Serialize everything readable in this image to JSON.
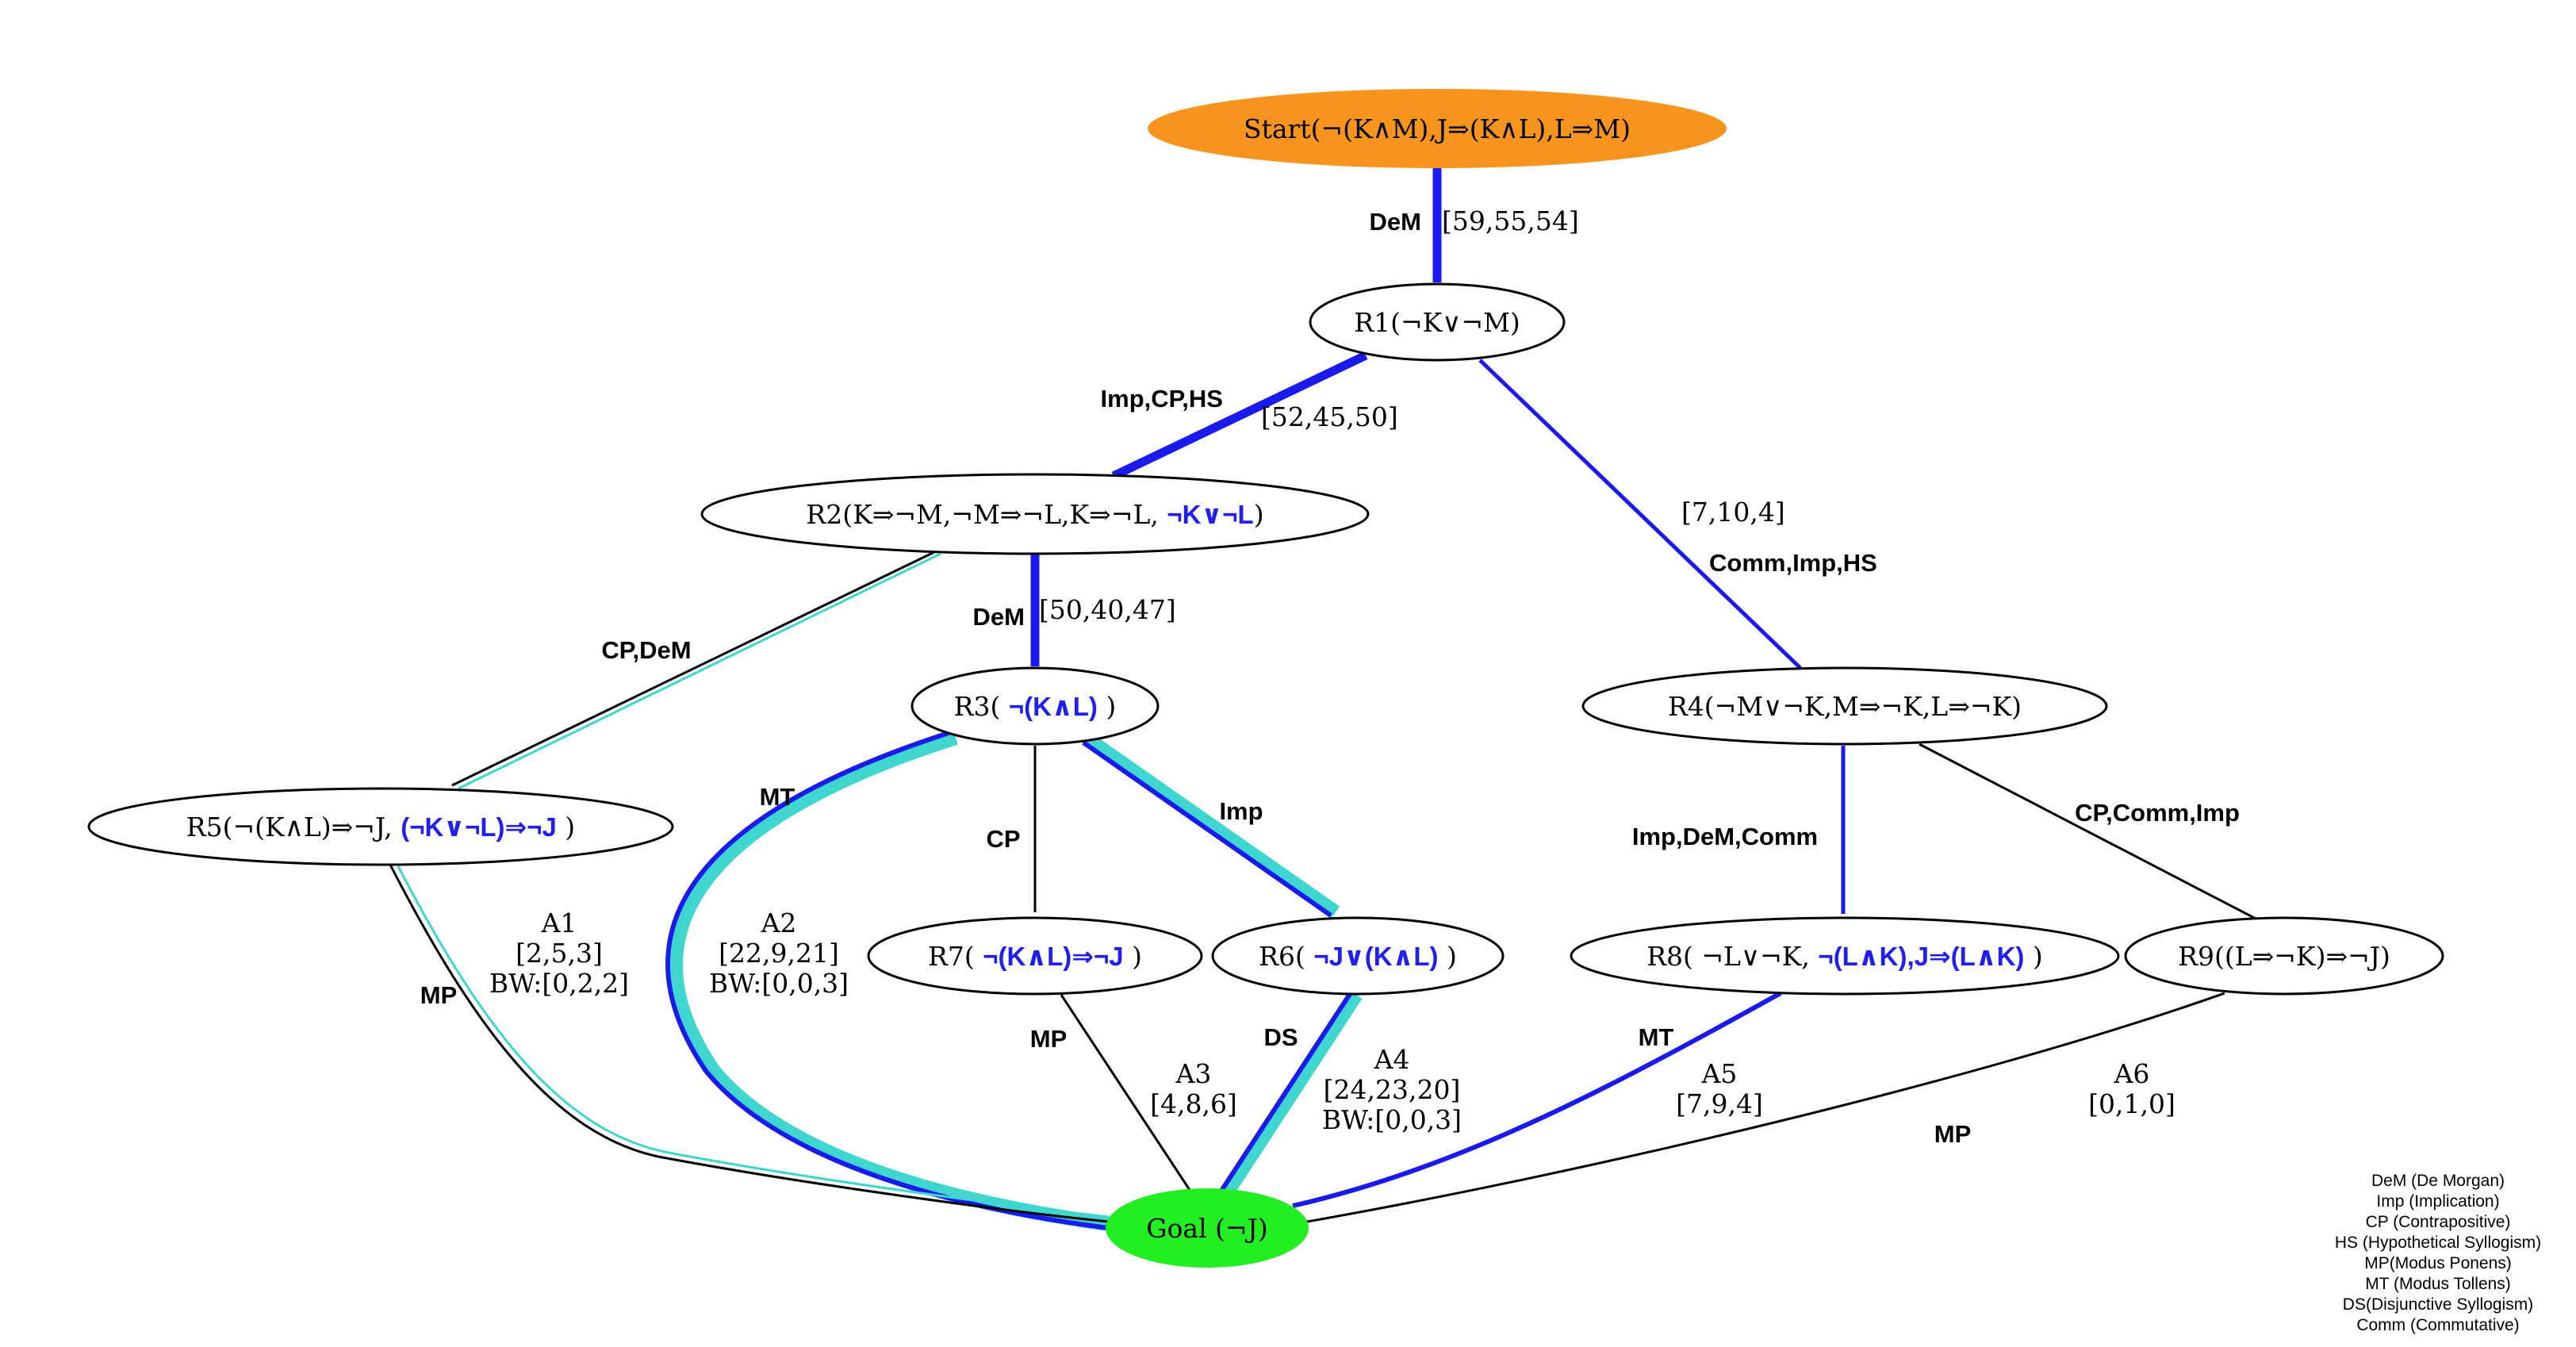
{
  "colors": {
    "start": "#f7941e",
    "goal": "#22ee22",
    "blue": "#1a1aee",
    "cyan": "#3fd6cf",
    "highlight": "#1f1ff0"
  },
  "nodes": {
    "start": {
      "label": "Start(¬(K∧M),J⇒(K∧L),L⇒M)"
    },
    "r1": {
      "label": "R1(¬K∨¬M)"
    },
    "r2": {
      "plain": "R2(K⇒¬M,¬M⇒¬L,K⇒¬L, ",
      "highlight": "¬K∨¬L",
      "close": ")"
    },
    "r3": {
      "plain": "R3( ",
      "highlight": "¬(K∧L)",
      "close": " )"
    },
    "r4": {
      "label": "R4(¬M∨¬K,M⇒¬K,L⇒¬K)"
    },
    "r5": {
      "plain": "R5(¬(K∧L)⇒¬J, ",
      "highlight": "(¬K∨¬L)⇒¬J",
      "close": " )"
    },
    "r6": {
      "plain": "R6( ",
      "highlight": "¬J∨(K∧L)",
      "close": " )"
    },
    "r7": {
      "plain": "R7( ",
      "highlight": "¬(K∧L)⇒¬J",
      "close": " )"
    },
    "r8": {
      "plain": "R8( ¬L∨¬K, ",
      "highlight": "¬(L∧K),J⇒(L∧K)",
      "close": " )"
    },
    "r9": {
      "label": "R9((L⇒¬K)⇒¬J)"
    },
    "goal": {
      "label": "Goal (¬J)"
    }
  },
  "edges": {
    "start_r1": {
      "rule": "DeM",
      "values": "[59,55,54]"
    },
    "r1_r2": {
      "rule": "Imp,CP,HS",
      "values": "[52,45,50]"
    },
    "r1_r4": {
      "rule": "Comm,Imp,HS",
      "values": "[7,10,4]"
    },
    "r2_r3": {
      "rule": "DeM",
      "values": "[50,40,47]"
    },
    "r2_r5": {
      "rule": "CP,DeM"
    },
    "r3_goal": {
      "rule": "MT"
    },
    "r3_r7": {
      "rule": "CP"
    },
    "r3_r6": {
      "rule": "Imp"
    },
    "r4_r8": {
      "rule": "Imp,DeM,Comm"
    },
    "r4_r9": {
      "rule": "CP,Comm,Imp"
    },
    "r5_goal": {
      "rule": "MP"
    },
    "r7_goal": {
      "rule": "MP"
    },
    "r6_goal": {
      "rule": "DS"
    },
    "r8_goal": {
      "rule": "MT"
    },
    "r9_goal": {
      "rule": "MP"
    }
  },
  "answers": [
    {
      "name": "A1",
      "values": "[2,5,3]",
      "bw": "BW:[0,2,2]"
    },
    {
      "name": "A2",
      "values": "[22,9,21]",
      "bw": "BW:[0,0,3]"
    },
    {
      "name": "A3",
      "values": "[4,8,6]"
    },
    {
      "name": "A4",
      "values": "[24,23,20]",
      "bw": "BW:[0,0,3]"
    },
    {
      "name": "A5",
      "values": "[7,9,4]"
    },
    {
      "name": "A6",
      "values": "[0,1,0]"
    }
  ],
  "legend": [
    "DeM (De Morgan)",
    "Imp (Implication)",
    "CP (Contrapositive)",
    "HS (Hypothetical Syllogism)",
    "MP(Modus Ponens)",
    "MT (Modus Tollens)",
    "DS(Disjunctive Syllogism)",
    "Comm (Commutative)"
  ]
}
